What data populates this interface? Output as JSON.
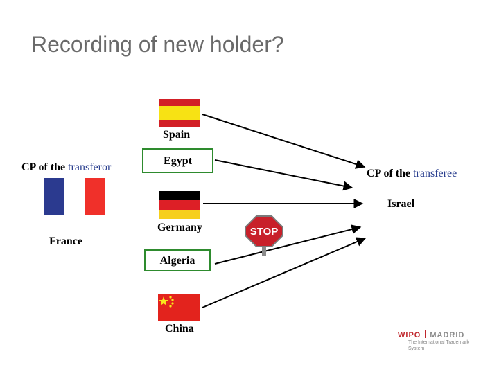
{
  "title": "Recording of new holder?",
  "transferor": {
    "prefix": "CP of the",
    "role": "transferor",
    "country": "France"
  },
  "transferee": {
    "prefix": "CP of the",
    "role": "transferee"
  },
  "countries": {
    "spain": "Spain",
    "egypt": "Egypt",
    "israel": "Israel",
    "germany": "Germany",
    "algeria": "Algeria",
    "china": "China"
  },
  "stop_sign": "STOP",
  "logo": {
    "wipo": "WIPO",
    "madrid": "MADRID",
    "subtitle": "The International Trademark System"
  },
  "colors": {
    "title": "#6a6a6a",
    "highlight": "#2a3f8f",
    "box_border": "#2e8b2e",
    "stop_red": "#c8202a",
    "logo_red": "#c0272d"
  }
}
